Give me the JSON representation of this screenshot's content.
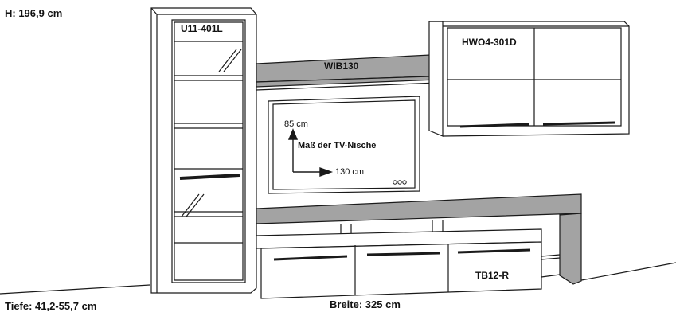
{
  "dimensions": {
    "height": "H: 196,9 cm",
    "depth": "Tiefe: 41,2-55,7 cm",
    "width": "Breite: 325 cm"
  },
  "components": {
    "tall_cabinet": "U11-401L",
    "wall_cabinet": "HWO4-301D",
    "wall_shelf": "WIB130",
    "tv_board": "TB12-R"
  },
  "tv_niche": {
    "height": "85 cm",
    "title": "Maß der TV-Nische",
    "width": "130 cm"
  },
  "colors": {
    "line": "#1a1a1a",
    "shelf_fill": "#a3a3a3",
    "background": "#ffffff"
  }
}
